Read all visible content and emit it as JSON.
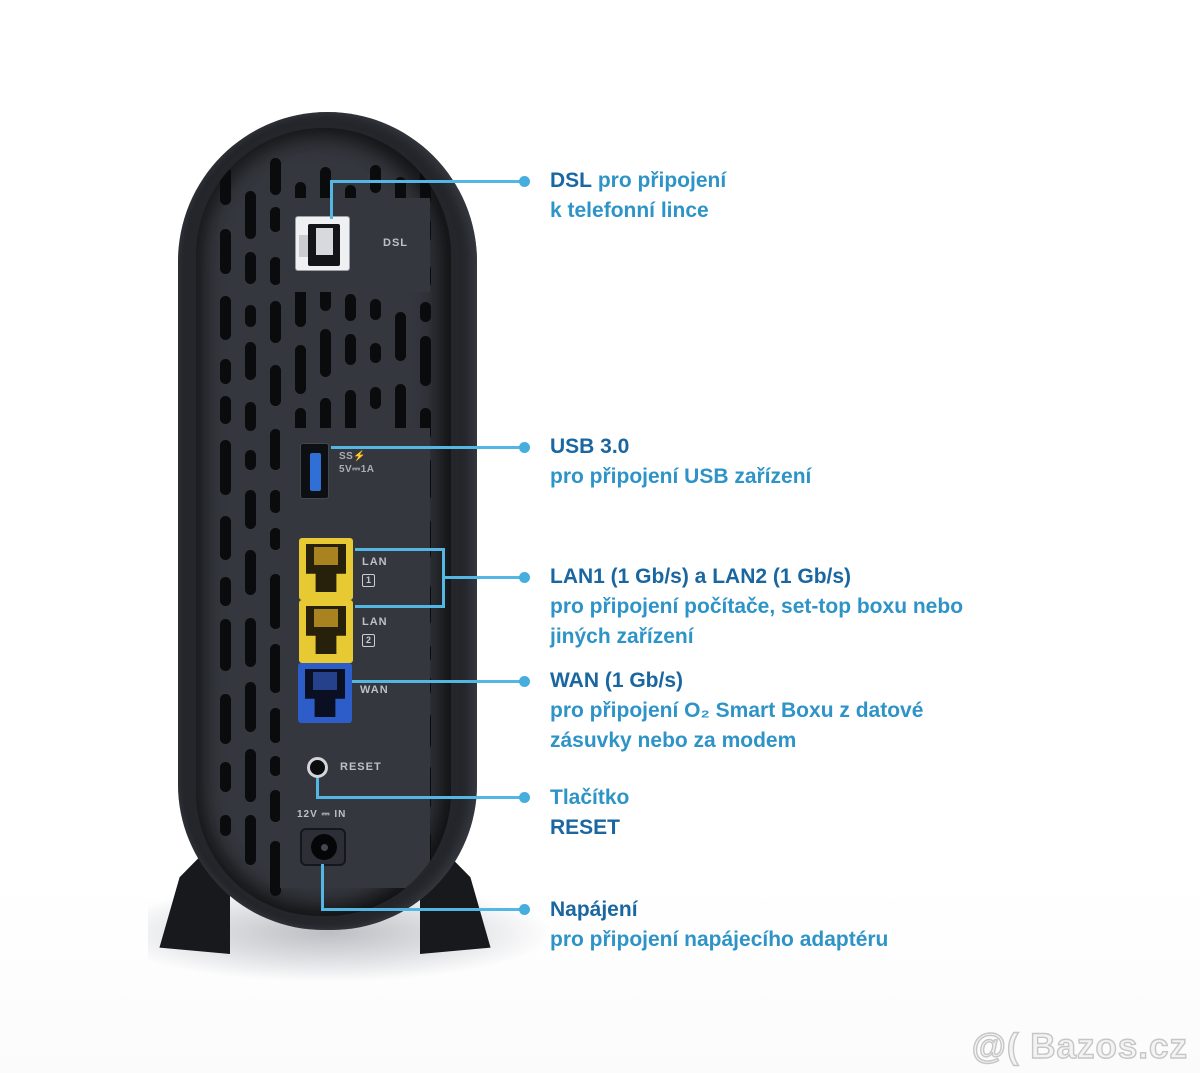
{
  "colors": {
    "callout_line": "#54b7e3",
    "annotation_title_blue": "#1a66a0",
    "annotation_body_blue": "#2e94c8",
    "lan_port_yellow": "#e7c934",
    "wan_port_blue": "#2c5dc9",
    "usb_tongue_blue": "#2f6fd6"
  },
  "device": {
    "dsl_label": "DSL",
    "usb_marking_line1": "SS⚡",
    "usb_marking_line2": "5V⎓1A",
    "lan_label_1": "LAN",
    "lan_num_1": "1",
    "lan_label_2": "LAN",
    "lan_num_2": "2",
    "wan_label": "WAN",
    "reset_label": "RESET",
    "power_label": "12V ⎓ IN"
  },
  "annotations": {
    "dsl": {
      "title": "DSL",
      "title_rest": " pro připojení",
      "line2": "k telefonní lince"
    },
    "usb": {
      "title": "USB 3.0",
      "line2": "pro připojení USB zařízení"
    },
    "lan": {
      "title": "LAN1 (1 Gb/s) a LAN2 (1 Gb/s)",
      "line2": "pro připojení počítače, set-top boxu nebo",
      "line3": "jiných zařízení"
    },
    "wan": {
      "title": "WAN (1 Gb/s)",
      "line2": "pro připojení O₂ Smart Boxu z datové",
      "line3": "zásuvky nebo za modem"
    },
    "reset": {
      "pre": "Tlačítko",
      "title": "RESET"
    },
    "power": {
      "title": "Napájení",
      "line2": "pro připojení napájecího adaptéru"
    }
  },
  "watermark": {
    "text": "@( Bazos.cz"
  }
}
